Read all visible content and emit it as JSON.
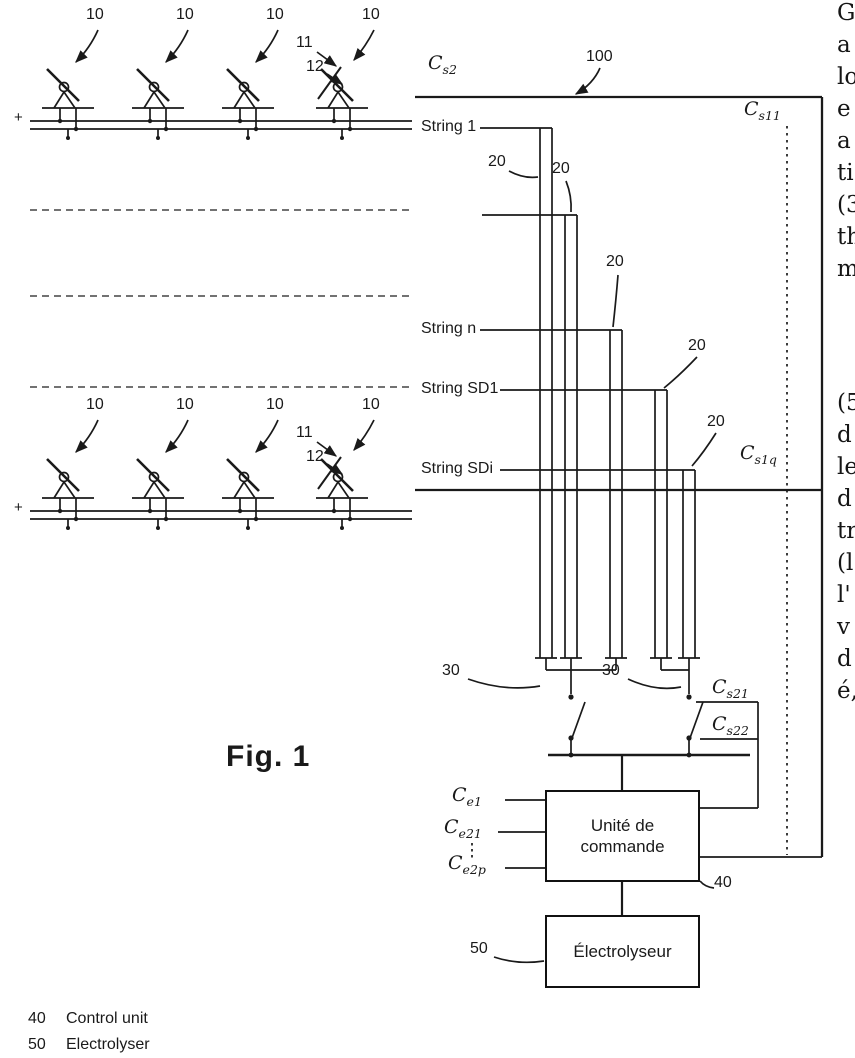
{
  "fig": {
    "label": "Fig. 1"
  },
  "refs": {
    "n10": "10",
    "n11": "11",
    "n12": "12",
    "n20": "20",
    "n30": "30",
    "n40": "40",
    "n50": "50",
    "n100": "100",
    "plus": "+"
  },
  "strings": {
    "s1": "String 1",
    "sn": "String n",
    "sd1": "String SD1",
    "sdi": "String SDi"
  },
  "c_labels": {
    "cs2": {
      "base": "C",
      "sub": "s2"
    },
    "cs11": {
      "base": "C",
      "sub": "s11"
    },
    "cs1q": {
      "base": "C",
      "sub": "s1q"
    },
    "cs21": {
      "base": "C",
      "sub": "s21"
    },
    "cs22": {
      "base": "C",
      "sub": "s22"
    },
    "ce1": {
      "base": "C",
      "sub": "e1"
    },
    "ce21": {
      "base": "C",
      "sub": "e21"
    },
    "ce2p": {
      "base": "C",
      "sub": "e2p"
    }
  },
  "boxes": {
    "control_unit": {
      "line1": "Unité de",
      "line2": "commande"
    },
    "electrolyser": "Électrolyseur"
  },
  "legend": {
    "row1": {
      "num": "40",
      "text": "Control unit"
    },
    "row2": {
      "num": "50",
      "text": "Electrolyser"
    }
  },
  "fragments": [
    "G",
    "a",
    "lo",
    "e",
    "a",
    "ti",
    "(3",
    "th",
    "m",
    "(5",
    "d",
    "le",
    "d",
    "tr",
    "(l",
    "l'",
    "v",
    "d",
    "é,"
  ]
}
